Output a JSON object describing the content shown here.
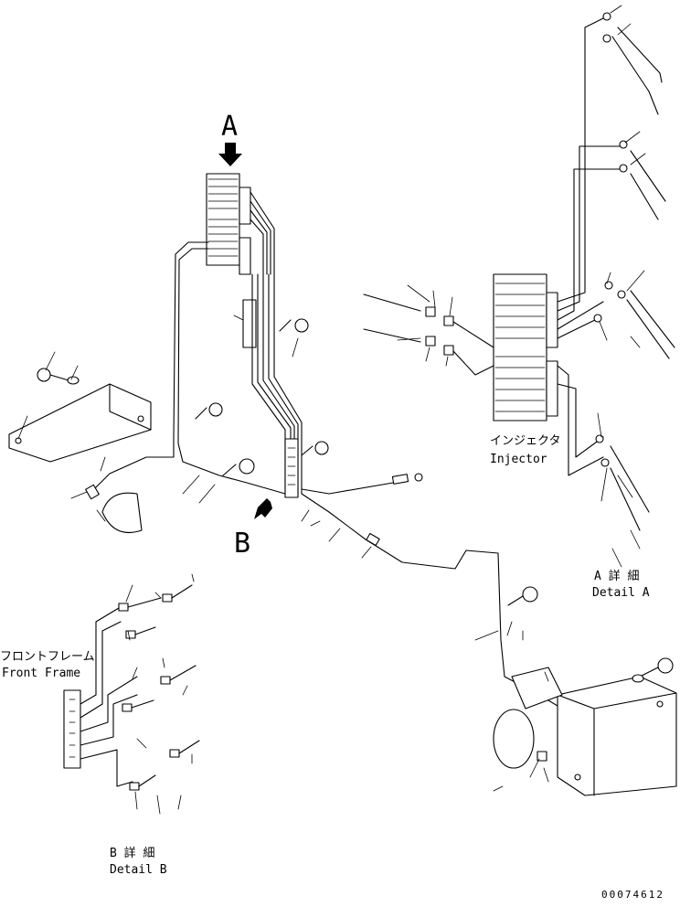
{
  "view_labels": {
    "view_a": "A",
    "view_b": "B"
  },
  "callouts": {
    "injector_jp": "インジェクタ",
    "injector_en": "Injector",
    "front_frame_jp": "フロントフレーム",
    "front_frame_en": "Front Frame",
    "detail_a_jp": "A 詳 細",
    "detail_a_en": "Detail A",
    "detail_b_jp": "B 詳 細",
    "detail_b_en": "Detail B"
  },
  "drawing_number": "00074612",
  "colors": {
    "line": "#000000",
    "background": "#ffffff"
  }
}
